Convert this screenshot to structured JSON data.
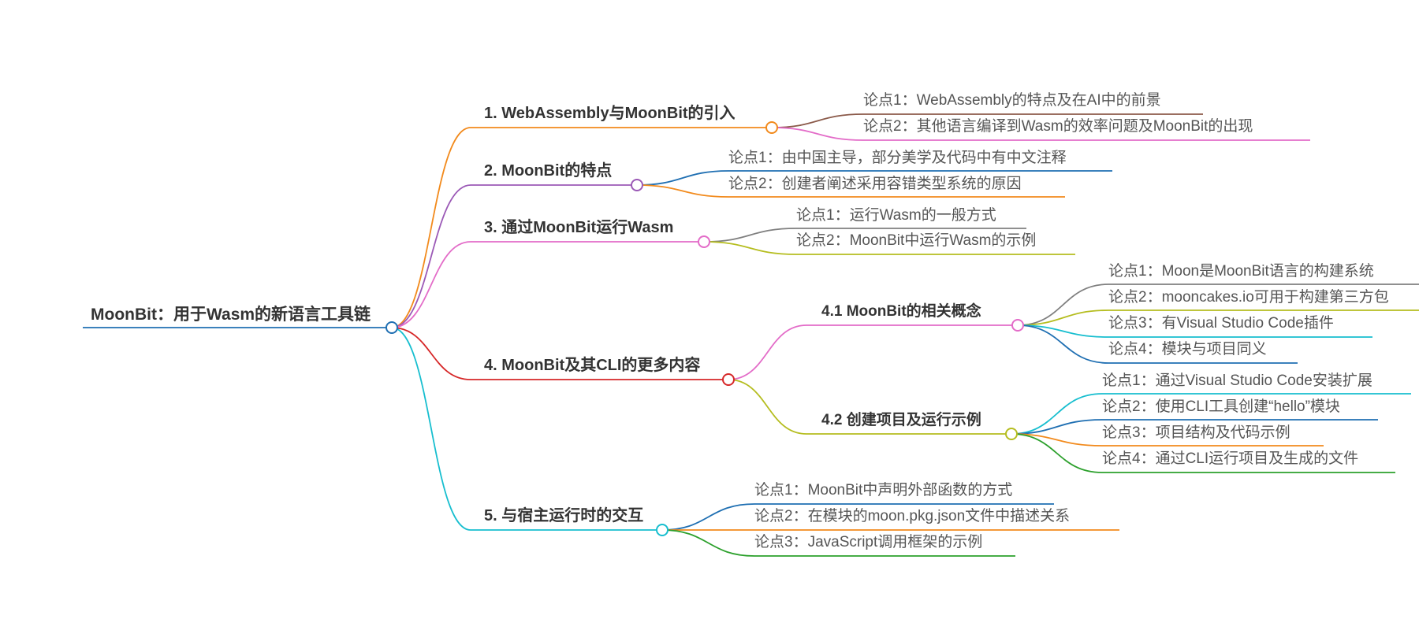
{
  "root": {
    "label": "MoonBit：用于Wasm的新语言工具链",
    "color": "#1f6fb2"
  },
  "branches": [
    {
      "label": "1. WebAssembly与MoonBit的引入",
      "color": "#f28a1c",
      "children": [
        {
          "label": "论点1：WebAssembly的特点及在AI中的前景",
          "color": "#8b5a4a"
        },
        {
          "label": "论点2：其他语言编译到Wasm的效率问题及MoonBit的出现",
          "color": "#e36cc8"
        }
      ]
    },
    {
      "label": "2. MoonBit的特点",
      "color": "#9b59b6",
      "children": [
        {
          "label": "论点1：由中国主导，部分美学及代码中有中文注释",
          "color": "#1f6fb2"
        },
        {
          "label": "论点2：创建者阐述采用容错类型系统的原因",
          "color": "#f28a1c"
        }
      ]
    },
    {
      "label": "3. 通过MoonBit运行Wasm",
      "color": "#e36cc8",
      "children": [
        {
          "label": "论点1：运行Wasm的一般方式",
          "color": "#7f7f7f"
        },
        {
          "label": "论点2：MoonBit中运行Wasm的示例",
          "color": "#b5bd1f"
        }
      ]
    },
    {
      "label": "4. MoonBit及其CLI的更多内容",
      "color": "#d62728",
      "subs": [
        {
          "label": "4.1 MoonBit的相关概念",
          "color": "#e36cc8",
          "children": [
            {
              "label": "论点1：Moon是MoonBit语言的构建系统",
              "color": "#7f7f7f"
            },
            {
              "label": "论点2：mooncakes.io可用于构建第三方包",
              "color": "#b5bd1f"
            },
            {
              "label": "论点3：有Visual Studio Code插件",
              "color": "#17becf"
            },
            {
              "label": "论点4：模块与项目同义",
              "color": "#1f6fb2"
            }
          ]
        },
        {
          "label": "4.2 创建项目及运行示例",
          "color": "#b5bd1f",
          "children": [
            {
              "label": "论点1：通过Visual Studio Code安装扩展",
              "color": "#17becf"
            },
            {
              "label": "论点2：使用CLI工具创建“hello”模块",
              "color": "#1f6fb2"
            },
            {
              "label": "论点3：项目结构及代码示例",
              "color": "#f28a1c"
            },
            {
              "label": "论点4：通过CLI运行项目及生成的文件",
              "color": "#2ca02c"
            }
          ]
        }
      ]
    },
    {
      "label": "5. 与宿主运行时的交互",
      "color": "#17becf",
      "children": [
        {
          "label": "论点1：MoonBit中声明外部函数的方式",
          "color": "#1f6fb2"
        },
        {
          "label": "论点2：在模块的moon.pkg.json文件中描述关系",
          "color": "#f28a1c"
        },
        {
          "label": "论点3：JavaScript调用框架的示例",
          "color": "#2ca02c"
        }
      ]
    }
  ]
}
